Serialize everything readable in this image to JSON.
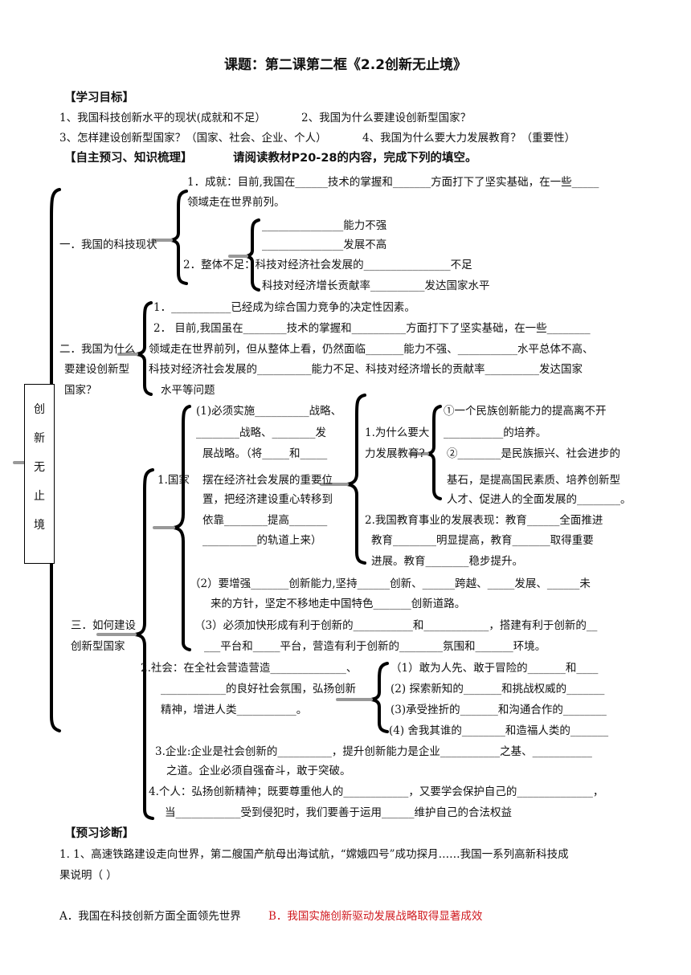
{
  "title": "课题：第二课第二框《2.2创新无止境》",
  "objectives": {
    "heading": "【学习目标】",
    "line1a": "1、我国科技创新水平的现状(成就和不足）",
    "line1b": "2、我国为什么要建设创新型国家？",
    "line2a": "3、怎样建设创新型国家？（国家、社会、企业、个人）",
    "line2b": "4、我国为什么要大力发展教育？（重要性）"
  },
  "preview": {
    "heading": "【自主预习、知识梳理】",
    "instruction": "请阅读教材P20-28的内容，完成下列的填空。"
  },
  "side_box": [
    "创",
    "新",
    "无",
    "止",
    "境"
  ],
  "sec1": {
    "label": "一．我国的科技现状",
    "ach1": "1．成就：目前,我国在______技术的掌握和_______方面打下了坚实基础，在一些_____",
    "ach2": "领域走在世界前列。",
    "d1": "_______________能力不强",
    "d2": "_______________发展不高",
    "d3": "2．整体不足：科技对经济社会发展的________________不足",
    "d4": "科技对经济增长贡献率__________发达国家水平"
  },
  "sec2": {
    "label1": "二．我国为什么",
    "label2": "要建设创新型",
    "label3": "国家？",
    "p1": "1．___________已经成为综合国力竞争的决定性因素。",
    "p2a": "2． 目前,我国虽在________技术的掌握和__________方面打下了坚实基础，在一些________",
    "p2b": "领域走在世界前列，但从整体上看，仍然面临_______能力不强、___________水平总体不高、",
    "p2c": "科技对经济社会发展的__________能力不足、科技对经济增长的贡献率__________发达国家",
    "p2d": "水平等问题"
  },
  "sec3": {
    "label1": "三．如何建设",
    "label2": "创新型国家",
    "state": "1.国家",
    "s1a": "(1)必须实施__________战略、",
    "s1b": "________战略、________发",
    "s1c": "展战略。（将_____和_____",
    "s1d": "摆在经济社会发展的重要位",
    "s1e": "置，把经济建设重心转移到",
    "s1f": "依靠________提高_______",
    "s1g": "__________的轨道上来）",
    "edu1a": "1.为什么要大",
    "edu1b": "力发展教育?",
    "edu2a": "2.我国教育事业的发展表现：教育______全面推进",
    "edu2b": "教育________明显提高，教育_______取得重要",
    "edu2c": "进展。教育________稳步提升。",
    "w1a": "①一个民族创新能力的提高离不开",
    "w1b": "___________的培养。",
    "w2a": "②________是民族振兴、社会进步的",
    "w2b": "基石，是提高国民素质、培养创新型",
    "w2c": "人才、促进人的全面发展的________。",
    "s2a": "（2）要增强_______创新能力,坚持______创新、______跨越、_____发展、______未",
    "s2b": "来的方针，坚定不移地走中国特色_______创新道路。",
    "s3a": "（3）必须加快形成有利于创新的___________和____________，搭建有利于创新的__",
    "s3b": "___平台和_____平台，营造有利于创新的________氛围和_______环境。",
    "soc1": "2.社会：在全社会营造营造______________、",
    "soc2": "____________的良好社会氛围，弘扬创新",
    "soc3": "精神，增进人类___________。",
    "sp1": "（1）敢为人先、敢于冒险的_______和____",
    "sp2": "(2) 探索新知的_______和挑战权威的_______",
    "sp3": "(3)承受挫折的_______和沟通合作的________",
    "sp4": "(4) 舍我其谁的________和造福人类的_______",
    "ent1": "3.企业:企业是社会创新的__________，提升创新能力是企业___________之基、___________",
    "ent2": "之道。企业必须自强奋斗，敢于突破。",
    "ind1": "4.个人：弘扬创新精神；既要尊重他人的____________，又要学会保护自己的______________，",
    "ind2": "当____________受到侵犯时，我们要善于运用______维护自己的合法权益"
  },
  "diagnosis": {
    "heading": "【预习诊断】",
    "q1a": "1. 1、高速铁路建设走向世界，第二艘国产航母出海试航，“嫦娥四号”成功探月……我国一系列高新科技成",
    "q1b": "果说明（               ）",
    "optA": "A．我国在科技创新方面全面领先世界",
    "optB": "B．我国实施创新驱动发展战略取得显著成效"
  }
}
